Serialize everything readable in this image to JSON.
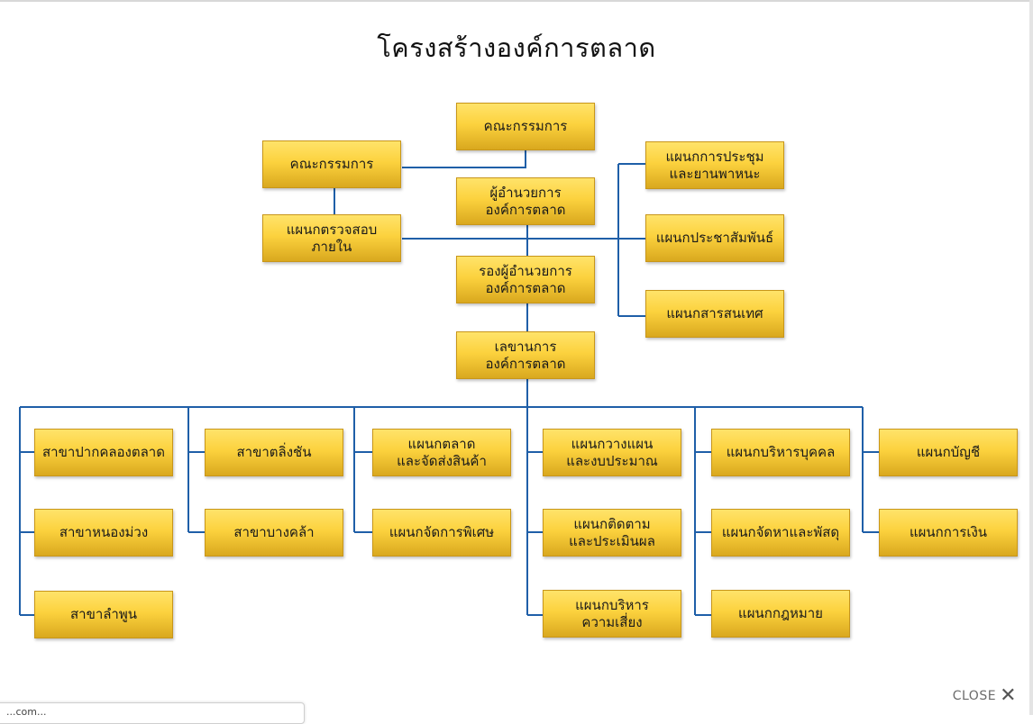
{
  "title": "โครงสร้างองค์การตลาด",
  "nodes": {
    "board_main": "คณะกรรมการ",
    "board_left": "คณะกรรมการ",
    "director": "ผู้อำนวยการ\nองค์การตลาด",
    "audit": "แผนกตรวจสอบ\nภายใน",
    "deputy": "รองผู้อำนวยการ\nองค์การตลาด",
    "secretary": "เลขานการ\nองค์การตลาด",
    "meeting_vehicle": "แผนกการประชุม\nและยานพาหนะ",
    "pr": "แผนกประชาสัมพันธ์",
    "it": "แผนกสารสนเทศ",
    "pak_khlong": "สาขาปากคลองตลาด",
    "nong_muang": "สาขาหนองม่วง",
    "lamphun": "สาขาลำพูน",
    "talingchan": "สาขาตลิ่งชัน",
    "bang_khla": "สาขาบางคล้า",
    "marketing": "แผนกตลาด\nและจัดส่งสินค้า",
    "special": "แผนกจัดการพิเศษ",
    "planning": "แผนกวางแผน\nและงบประมาณ",
    "monitoring": "แผนกติดตาม\nและประเมินผล",
    "risk": "แผนกบริหาร\nความเสี่ยง",
    "hr": "แผนกบริหารบุคคล",
    "procurement": "แผนกจัดหาและพัสดุ",
    "legal": "แผนกกฎหมาย",
    "accounting": "แผนกบัญชี",
    "finance": "แผนกการเงิน"
  },
  "close_label": "CLOSE",
  "close_icon": "close-icon",
  "status_text": "...com...",
  "colors": {
    "line": "#1f5fa8",
    "box_top": "#ffe36a",
    "box_bottom": "#d9a81e"
  }
}
